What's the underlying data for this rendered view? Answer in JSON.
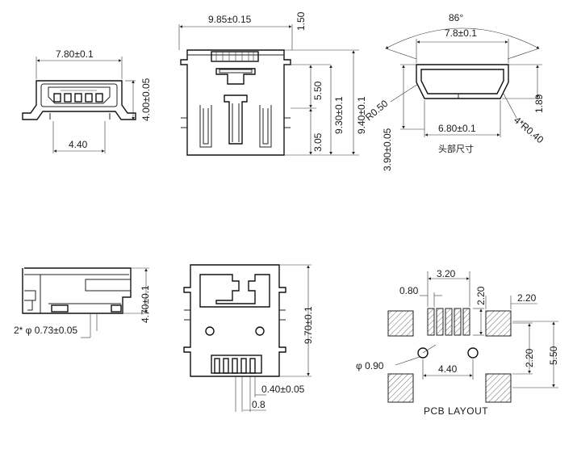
{
  "labels": {
    "front_width": "7.80±0.1",
    "front_height": "4.00±0.05",
    "front_pitch": "4.40",
    "top_width": "9.85±0.15",
    "top_d150": "1.50",
    "top_d550": "5.50",
    "top_d305": "3.05",
    "top_d930": "9.30±0.1",
    "top_d940": "9.40±0.1",
    "head_angle": "86°",
    "head_width": "7.8±0.1",
    "head_inner": "6.80±0.1",
    "head_r050": "R0.50",
    "head_r040": "4*R0.40",
    "head_h189": "1.89",
    "head_h390": "3.90±0.05",
    "head_caption": "头部尺寸",
    "side_h470": "4.70±0.1",
    "side_hole": "2* φ 0.73±0.05",
    "bottom_h970": "9.70±0.1",
    "bottom_pin": "0.40±0.05",
    "bottom_pitch": "0.8",
    "pcb_320": "3.20",
    "pcb_080": "0.80",
    "pcb_220a": "2.20",
    "pcb_220b": "2.20",
    "pcb_220c": "2.20",
    "pcb_550": "5.50",
    "pcb_440": "4.40",
    "pcb_hole": "φ 0.90",
    "pcb_caption": "PCB  LAYOUT"
  }
}
